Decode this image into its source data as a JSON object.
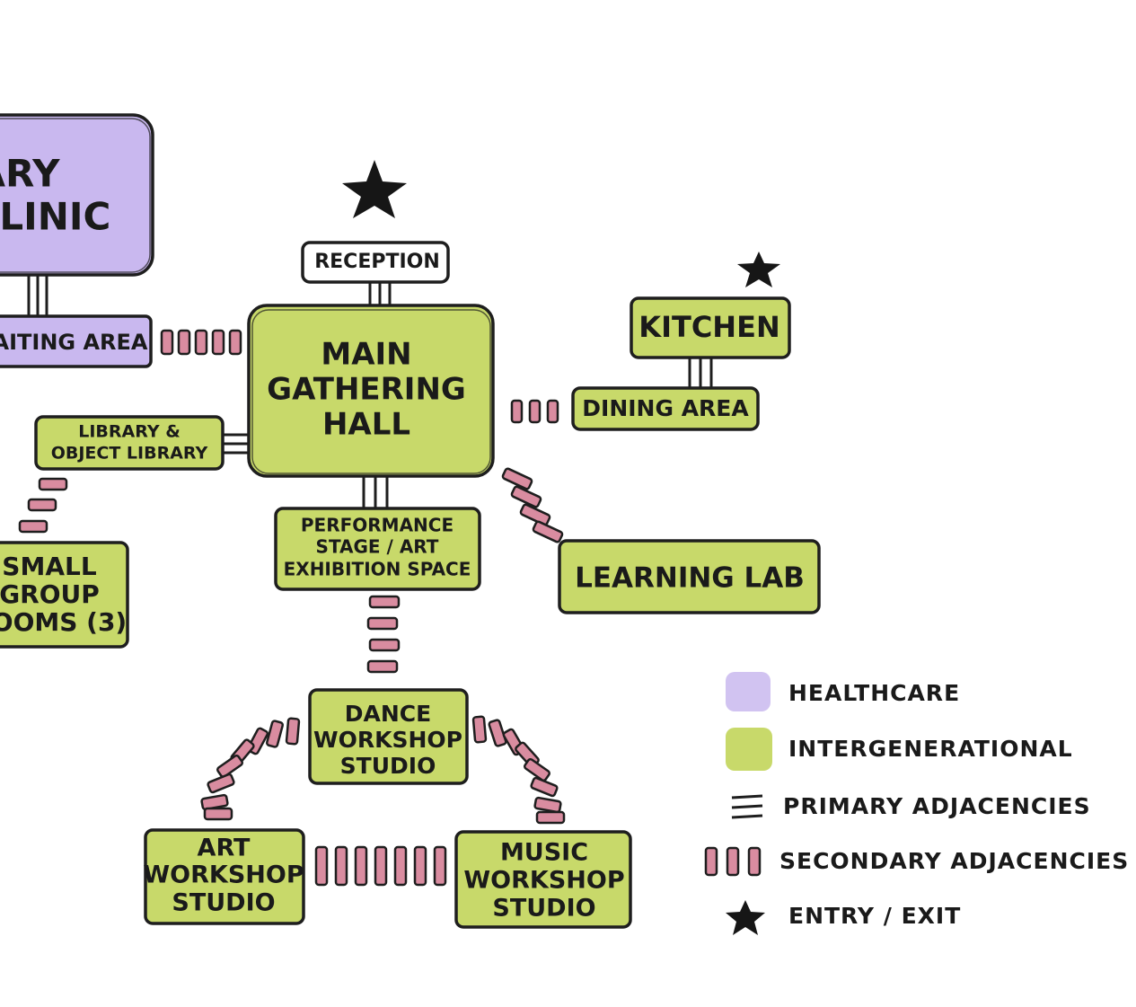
{
  "colors": {
    "healthcare": "#c9b8ef",
    "intergenerational": "#c8d96a",
    "neutral": "#ffffff",
    "secondary_link": "#d98ca0",
    "ink": "#1e1e1e"
  },
  "nodes": {
    "clinic": [
      "ARY",
      "LLINIC"
    ],
    "waiting_area": [
      "AITING AREA"
    ],
    "reception": [
      "RECEPTION"
    ],
    "main_hall": [
      "MAIN",
      "GATHERING",
      "HALL"
    ],
    "kitchen": [
      "KITCHEN"
    ],
    "dining_area": [
      "DINING AREA"
    ],
    "library": [
      "LIBRARY &",
      "OBJECT LIBRARY"
    ],
    "small_group": [
      "SMALL",
      "GROUP",
      "OOMS (3)"
    ],
    "performance": [
      "PERFORMANCE",
      "STAGE / ART",
      "EXHIBITION SPACE"
    ],
    "learning_lab": [
      "LEARNING LAB"
    ],
    "dance": [
      "DANCE",
      "WORKSHOP",
      "STUDIO"
    ],
    "art": [
      "ART",
      "WORKSHOP",
      "STUDIO"
    ],
    "music": [
      "MUSIC",
      "WORKSHOP",
      "STUDIO"
    ]
  },
  "legend": {
    "healthcare": "HEALTHCARE",
    "intergenerational": "INTERGENERATIONAL",
    "primary": "PRIMARY ADJACENCIES",
    "secondary": "SECONDARY ADJACENCIES",
    "entry": "ENTRY / EXIT"
  }
}
